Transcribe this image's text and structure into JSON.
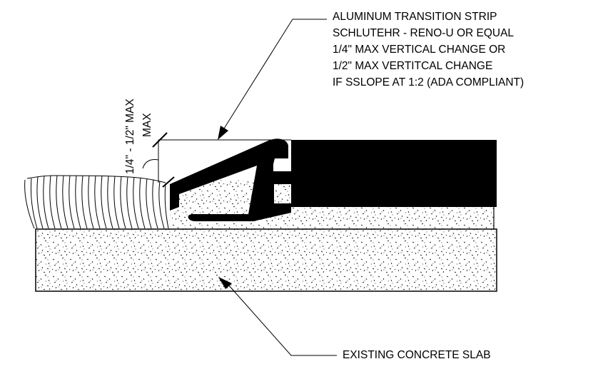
{
  "callouts": {
    "transition_strip": [
      "ALUMINUM TRANSITION STRIP",
      "SCHLUTEHR - RENO-U OR EQUAL",
      "1/4\" MAX VERTICAL CHANGE OR",
      "1/2\" MAX VERTITCAL CHANGE",
      "IF SSLOPE AT 1:2 (ADA COMPLIANT)"
    ],
    "concrete_slab": "EXISTING CONCRETE SLAB"
  },
  "dimension": {
    "range": "1/4\" - 1/2\" MAX",
    "suffix": "MAX"
  },
  "colors": {
    "line": "#000000",
    "background": "#ffffff"
  }
}
